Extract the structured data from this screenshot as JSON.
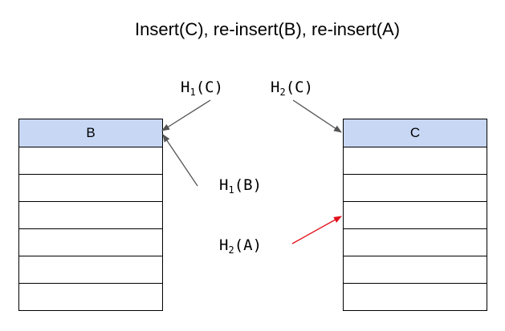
{
  "title": "Insert(C), re-insert(B), re-insert(A)",
  "left_table": {
    "rows": [
      "B",
      "",
      "",
      "",
      "",
      "",
      ""
    ]
  },
  "right_table": {
    "rows": [
      "C",
      "",
      "",
      "",
      "",
      "",
      ""
    ]
  },
  "labels": {
    "h1c": {
      "fn": "H",
      "sub": "1",
      "arg": "(C)"
    },
    "h2c": {
      "fn": "H",
      "sub": "2",
      "arg": "(C)"
    },
    "h1b": {
      "fn": "H",
      "sub": "1",
      "arg": "(B)"
    },
    "h2a": {
      "fn": "H",
      "sub": "2",
      "arg": "(A)"
    }
  },
  "colors": {
    "header_fill": "#c7d7f4",
    "arrow_gray": "#555555",
    "arrow_red": "#e0101a"
  }
}
